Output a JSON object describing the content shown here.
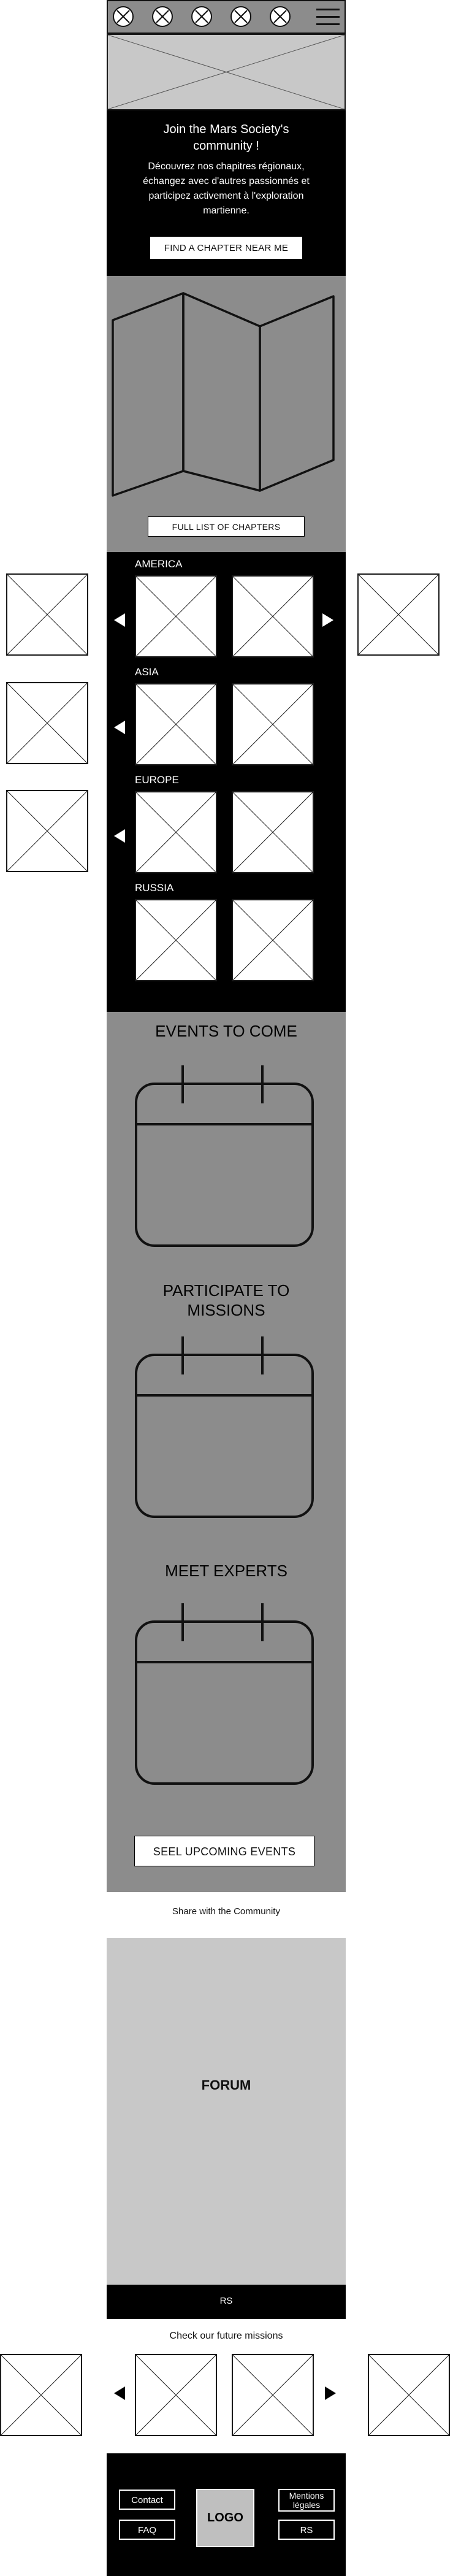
{
  "header": {
    "nav_icons": [
      "nav-placeholder-icon",
      "nav-placeholder-icon",
      "nav-placeholder-icon",
      "nav-placeholder-icon",
      "nav-placeholder-icon"
    ],
    "menu_icon": "hamburger-menu-icon"
  },
  "join": {
    "title": "Join the Mars Society's community !",
    "text": "Découvrez nos chapitres régionaux, échangez avec d'autres passionnés et participez activement à l'exploration martienne.",
    "button": "FIND A CHAPTER NEAR ME"
  },
  "map_section": {
    "icon": "folded-map-icon",
    "button": "FULL LIST OF CHAPTERS"
  },
  "regions": [
    {
      "name": "AMERICA"
    },
    {
      "name": "ASIA"
    },
    {
      "name": "EUROPE"
    },
    {
      "name": "RUSSIA"
    }
  ],
  "events": {
    "sections": [
      {
        "title": "EVENTS TO COME"
      },
      {
        "title": "PARTICIPATE TO MISSIONS"
      },
      {
        "title": "MEET EXPERTS"
      }
    ],
    "button": "SEEL UPCOMING EVENTS"
  },
  "community": {
    "heading": "Share with the Community",
    "forum": "FORUM",
    "rs": "RS"
  },
  "missions": {
    "heading": "Check our future missions"
  },
  "footer": {
    "contact": "Contact",
    "faq": "FAQ",
    "logo": "LOGO",
    "mentions": "Mentions légales",
    "rs": "RS"
  },
  "colors": {
    "dark": "#000000",
    "mid_grey": "#8c8c8c",
    "light_grey": "#c8c8c8",
    "white": "#ffffff"
  }
}
